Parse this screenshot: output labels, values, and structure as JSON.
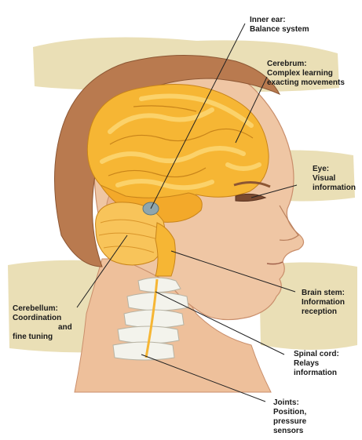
{
  "labels": {
    "inner_ear": {
      "line1": "Inner ear:",
      "line2": "Balance system"
    },
    "cerebrum": {
      "line1": "Cerebrum:",
      "line2": "Complex learning",
      "line3": "exacting movements"
    },
    "eye": {
      "line1": "Eye:",
      "line2": "Visual",
      "line3": "information"
    },
    "brain_stem": {
      "line1": "Brain stem:",
      "line2": "Information",
      "line3": "reception"
    },
    "cerebellum": {
      "line1": "Cerebellum:",
      "line2": "Coordination",
      "line3": "and",
      "line4": "fine tuning"
    },
    "spinal_cord": {
      "line1": "Spinal cord:",
      "line2": "Relays",
      "line3": "information"
    },
    "joints": {
      "line1": "Joints:",
      "line2": "Position,",
      "line3": "pressure",
      "line4": "sensors"
    }
  },
  "colors": {
    "highlight_band": "#eadfb6",
    "hair": "#b97a4f",
    "skin": "#efc6a4",
    "brain": "#f6b634",
    "brain_light": "#fcd774",
    "vertebra": "#f3f3ec",
    "inner_ear": "#8fa6ad",
    "leader_line": "#222222"
  }
}
